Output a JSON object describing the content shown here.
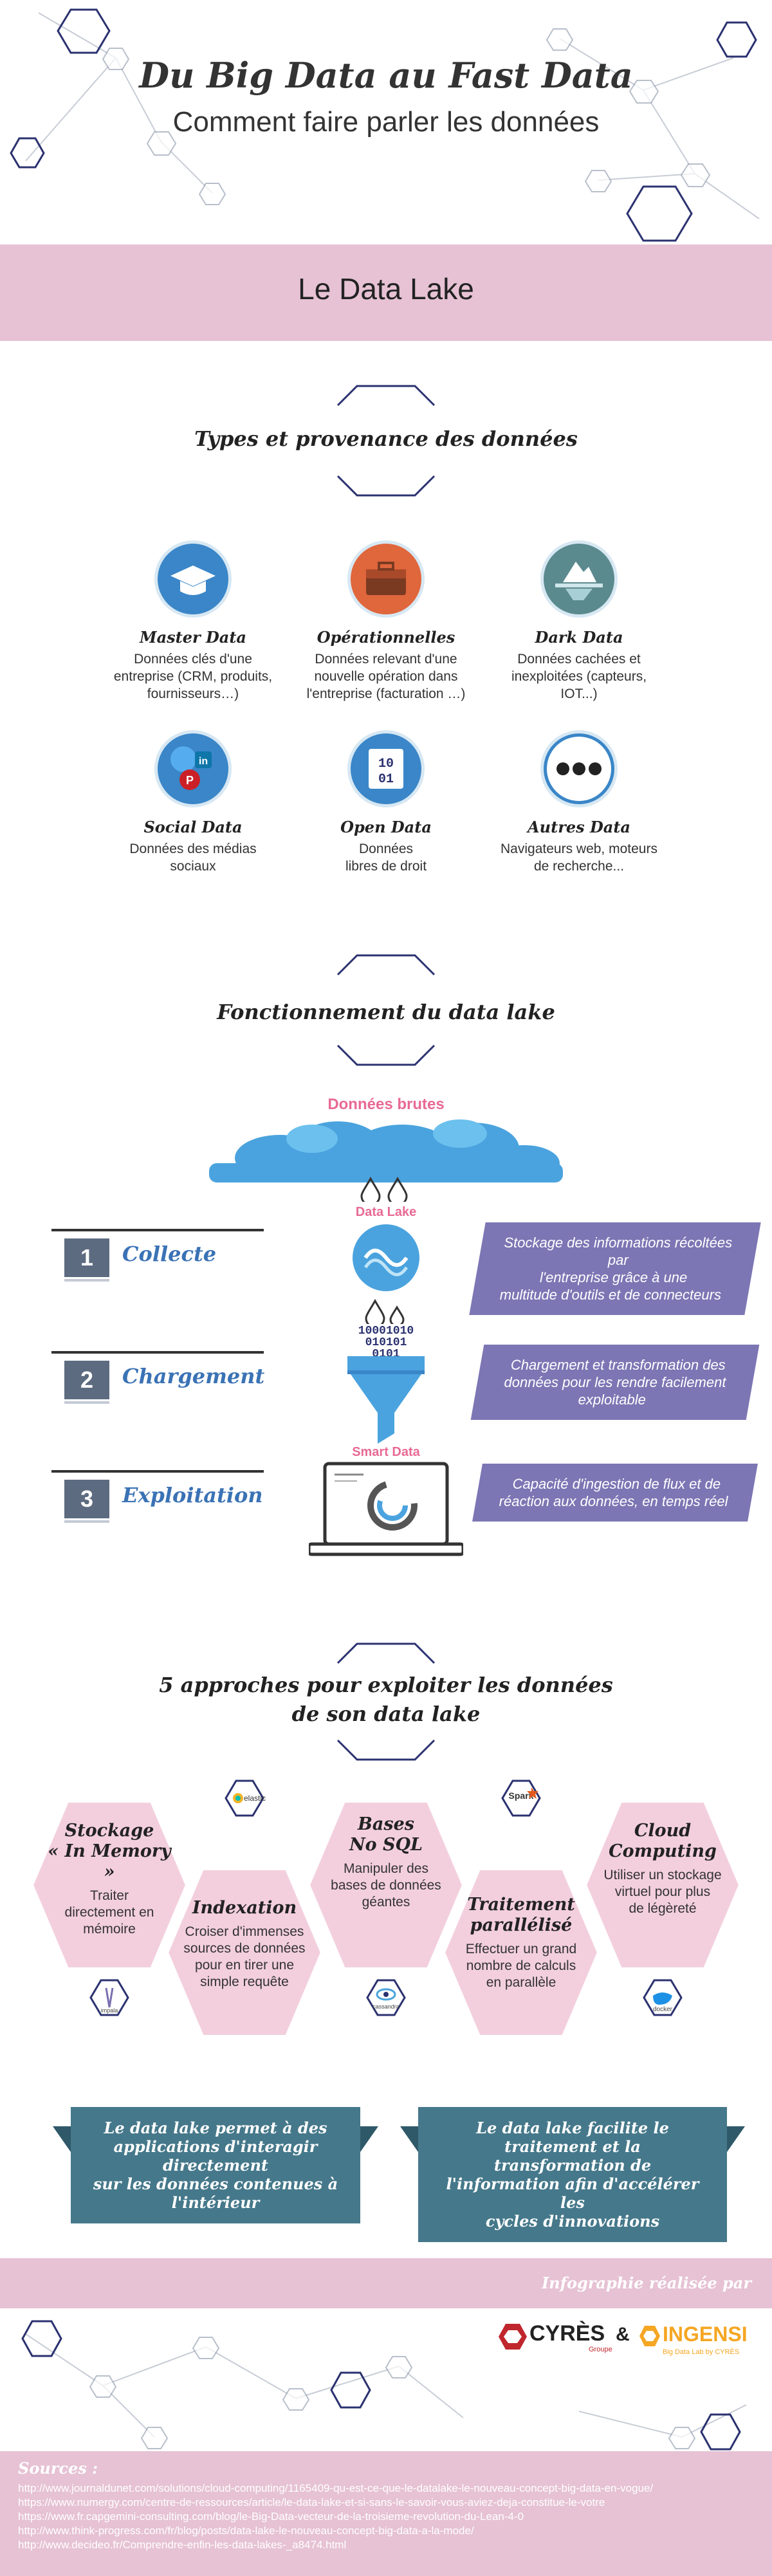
{
  "header": {
    "title": "Du Big Data au Fast Data",
    "subtitle": "Comment faire parler les données"
  },
  "band": {
    "label": "Le Data Lake"
  },
  "section1": {
    "title": "Types et provenance des données",
    "types": [
      {
        "icon": "graduation-cap-icon",
        "name": "Master Data",
        "desc": [
          "Données clés d'une",
          "entreprise (CRM, produits,",
          "fournisseurs…)"
        ],
        "color": "#3a86c8"
      },
      {
        "icon": "briefcase-icon",
        "name": "Opérationnelles",
        "desc": [
          "Données relevant d'une",
          "nouvelle opération dans",
          "l'entreprise (facturation …)"
        ],
        "color": "#e0663c"
      },
      {
        "icon": "iceberg-icon",
        "name": "Dark Data",
        "desc": [
          "Données cachées et",
          "inexploitées (capteurs,",
          "IOT...)"
        ],
        "color": "#5b8a8e"
      },
      {
        "icon": "social-media-icon",
        "name": "Social Data",
        "desc": [
          "Données des médias",
          "sociaux"
        ],
        "color": "#3a86c8"
      },
      {
        "icon": "binary-data-icon",
        "name": "Open Data",
        "desc": [
          "Données",
          "libres de droit"
        ],
        "color": "#3a86c8"
      },
      {
        "icon": "ellipsis-icon",
        "name": "Autres Data",
        "desc": [
          "Navigateurs web, moteurs",
          "de recherche..."
        ],
        "color": "#3a86c8"
      }
    ]
  },
  "section2": {
    "title": "Fonctionnement du data lake",
    "raw_label": "Données brutes",
    "lake_label": "Data Lake",
    "smart_label": "Smart Data",
    "binary": [
      "10001010",
      "010101",
      "0101"
    ],
    "steps": [
      {
        "num": "1",
        "label": "Collecte",
        "desc": [
          "Stockage des informations récoltées par",
          "l'entreprise grâce à une",
          "multitude d'outils et de connecteurs"
        ]
      },
      {
        "num": "2",
        "label": "Chargement",
        "desc": [
          "Chargement et transformation des",
          "données pour les rendre facilement",
          "exploitable"
        ]
      },
      {
        "num": "3",
        "label": "Exploitation",
        "desc": [
          "Capacité d'ingestion de flux et de",
          "réaction aux données, en temps réel"
        ]
      }
    ]
  },
  "section3": {
    "title_line1": "5 approches pour exploiter les données",
    "title_line2": "de son data lake",
    "approaches": [
      {
        "title": [
          "Stockage",
          "« In Memory »"
        ],
        "desc": [
          "Traiter",
          "directement en",
          "mémoire"
        ],
        "logo": "Impala"
      },
      {
        "title": [
          "Indexation"
        ],
        "desc": [
          "Croiser d'immenses",
          "sources de données",
          "pour en tirer une",
          "simple requête"
        ],
        "logo": "elastic"
      },
      {
        "title": [
          "Bases",
          "No SQL"
        ],
        "desc": [
          "Manipuler des",
          "bases de données",
          "géantes"
        ],
        "logo": "cassandra"
      },
      {
        "title": [
          "Traitement",
          "parallélisé"
        ],
        "desc": [
          "Effectuer un grand",
          "nombre de calculs",
          "en parallèle"
        ],
        "logo": "Spark"
      },
      {
        "title": [
          "Cloud",
          "Computing"
        ],
        "desc": [
          "Utiliser un stockage",
          "virtuel pour plus",
          "de légèreté"
        ],
        "logo": "docker"
      }
    ],
    "banners": [
      [
        "Le data lake permet à des",
        "applications d'interagir directement",
        "sur les données contenues à",
        "l'intérieur"
      ],
      [
        "Le data lake facilite le",
        "traitement et la transformation de",
        "l'information afin d'accélérer les",
        "cycles d'innovations"
      ]
    ]
  },
  "credits": {
    "label": "Infographie réalisée par",
    "logo1": "CYRÈS",
    "logo1_sub": "Groupe",
    "amp": "&",
    "logo2": "INGENSI",
    "logo2_sub": "Big Data Lab by CYRÈS"
  },
  "sources": {
    "title": "Sources :",
    "links": [
      "http://www.journaldunet.com/solutions/cloud-computing/1165409-qu-est-ce-que-le-datalake-le-nouveau-concept-big-data-en-vogue/",
      "https://www.numergy.com/centre-de-ressources/article/le-data-lake-et-si-sans-le-savoir-vous-aviez-deja-constitue-le-votre",
      "https://www.fr.capgemini-consulting.com/blog/le-Big-Data-vecteur-de-la-troisieme-revolution-du-Lean-4-0",
      "http://www.think-progress.com/fr/blog/posts/data-lake-le-nouveau-concept-big-data-a-la-mode/",
      "http://www.decideo.fr/Comprendre-enfin-les-data-lakes-_a8474.html"
    ]
  },
  "colors": {
    "pink_band": "#e6c2d4",
    "hex_pink": "#f3cfdd",
    "hex_fill": "#f8dfe8",
    "step_box": "#7c76b4",
    "banner": "#45788a",
    "step_label": "#3a72b5",
    "navy": "#2b3270"
  }
}
